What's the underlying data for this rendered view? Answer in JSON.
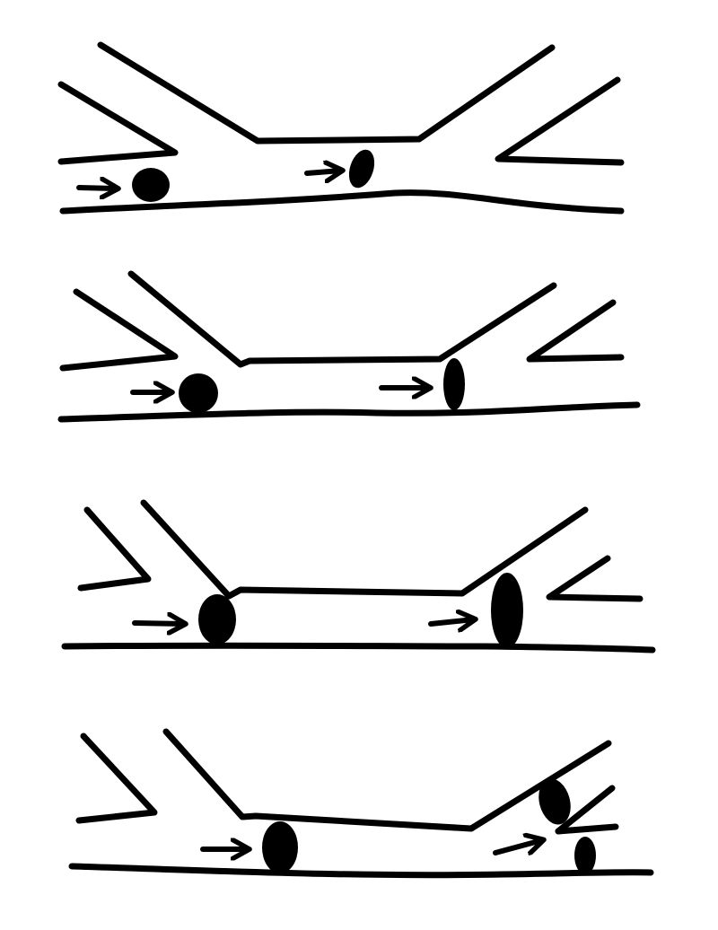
{
  "diagram": {
    "style": {
      "ink_color": "#000000",
      "background_color": "#ffffff"
    },
    "panels": [
      {
        "id": "panel-1",
        "particles": 2,
        "arrows": 2
      },
      {
        "id": "panel-2",
        "particles": 2,
        "arrows": 2
      },
      {
        "id": "panel-3",
        "particles": 2,
        "arrows": 2
      },
      {
        "id": "panel-4",
        "particles": 3,
        "arrows": 2
      }
    ]
  }
}
